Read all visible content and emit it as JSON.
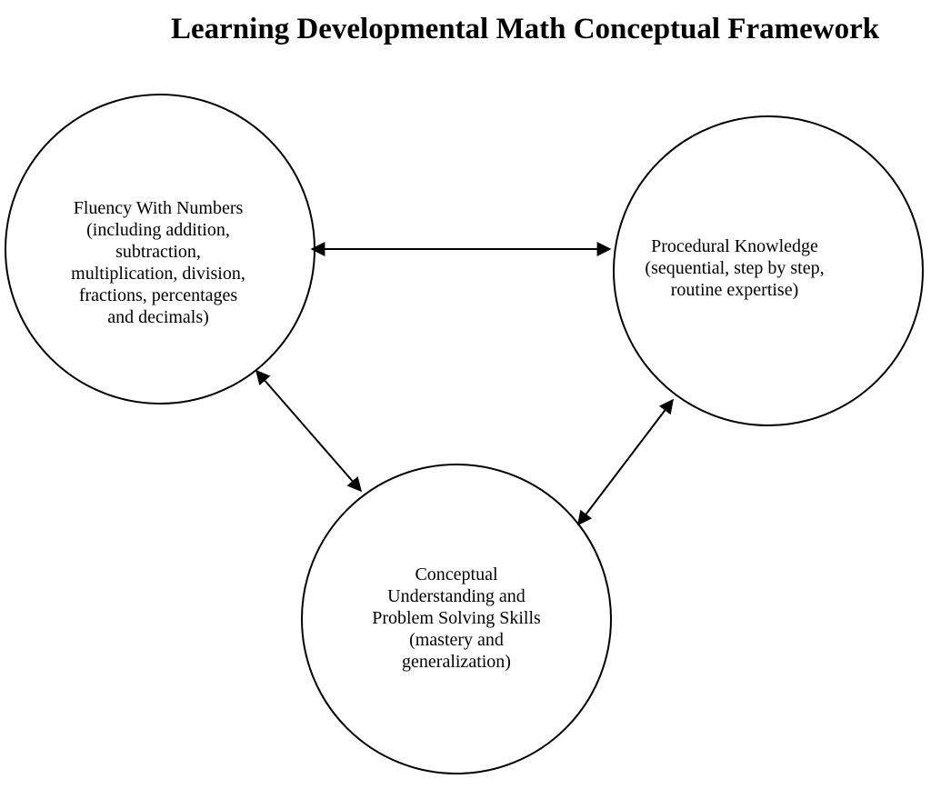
{
  "title": "Learning Developmental Math Conceptual Framework",
  "nodes": {
    "fluency": {
      "lines": [
        "Fluency With Numbers",
        "(including addition,",
        "subtraction,",
        "multiplication, division,",
        "fractions, percentages",
        "and decimals)"
      ]
    },
    "procedural": {
      "lines": [
        "Procedural Knowledge",
        "(sequential, step by step,",
        "routine expertise)"
      ]
    },
    "conceptual": {
      "lines": [
        "Conceptual",
        "Understanding and",
        "Problem Solving Skills",
        "(mastery and",
        "generalization)"
      ]
    }
  },
  "connections": [
    {
      "from": "fluency",
      "to": "procedural",
      "direction": "bidirectional"
    },
    {
      "from": "fluency",
      "to": "conceptual",
      "direction": "bidirectional"
    },
    {
      "from": "procedural",
      "to": "conceptual",
      "direction": "bidirectional"
    }
  ]
}
